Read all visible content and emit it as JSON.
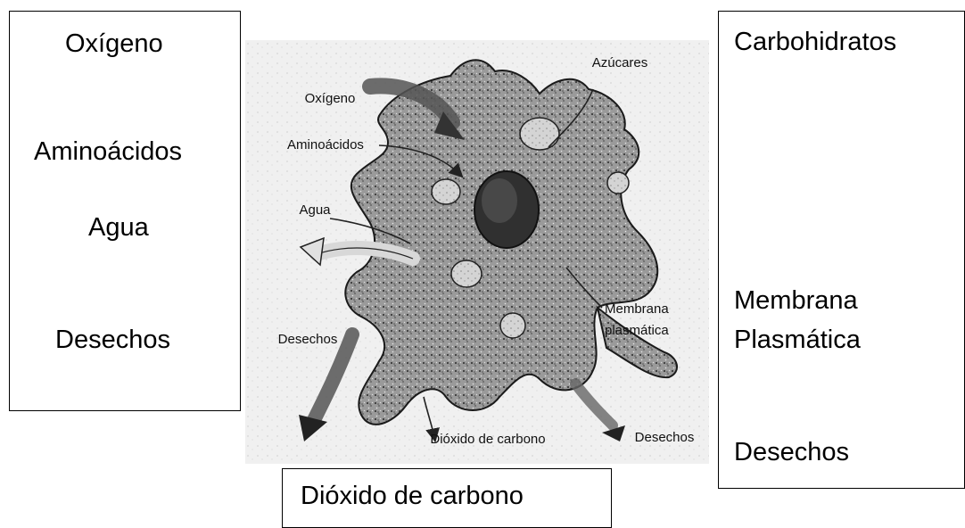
{
  "left_box": {
    "labels": [
      "Oxígeno",
      "Aminoácidos",
      "Agua",
      "Desechos"
    ]
  },
  "right_box": {
    "label_top": "Carbohidratos",
    "label_membrane_line1": "Membrana",
    "label_membrane_line2": "Plasmática",
    "label_bottom": "Desechos"
  },
  "bottom_box": {
    "label": "Dióxido de carbono"
  },
  "cell_image": {
    "oxygen": "Oxígeno",
    "sugars": "Azúcares",
    "amino": "Aminoácidos",
    "water": "Agua",
    "membrane_1": "Membrana",
    "membrane_2": "plasmática",
    "waste_left": "Desechos",
    "co2": "Dióxido de carbono",
    "waste_right": "Desechos"
  }
}
